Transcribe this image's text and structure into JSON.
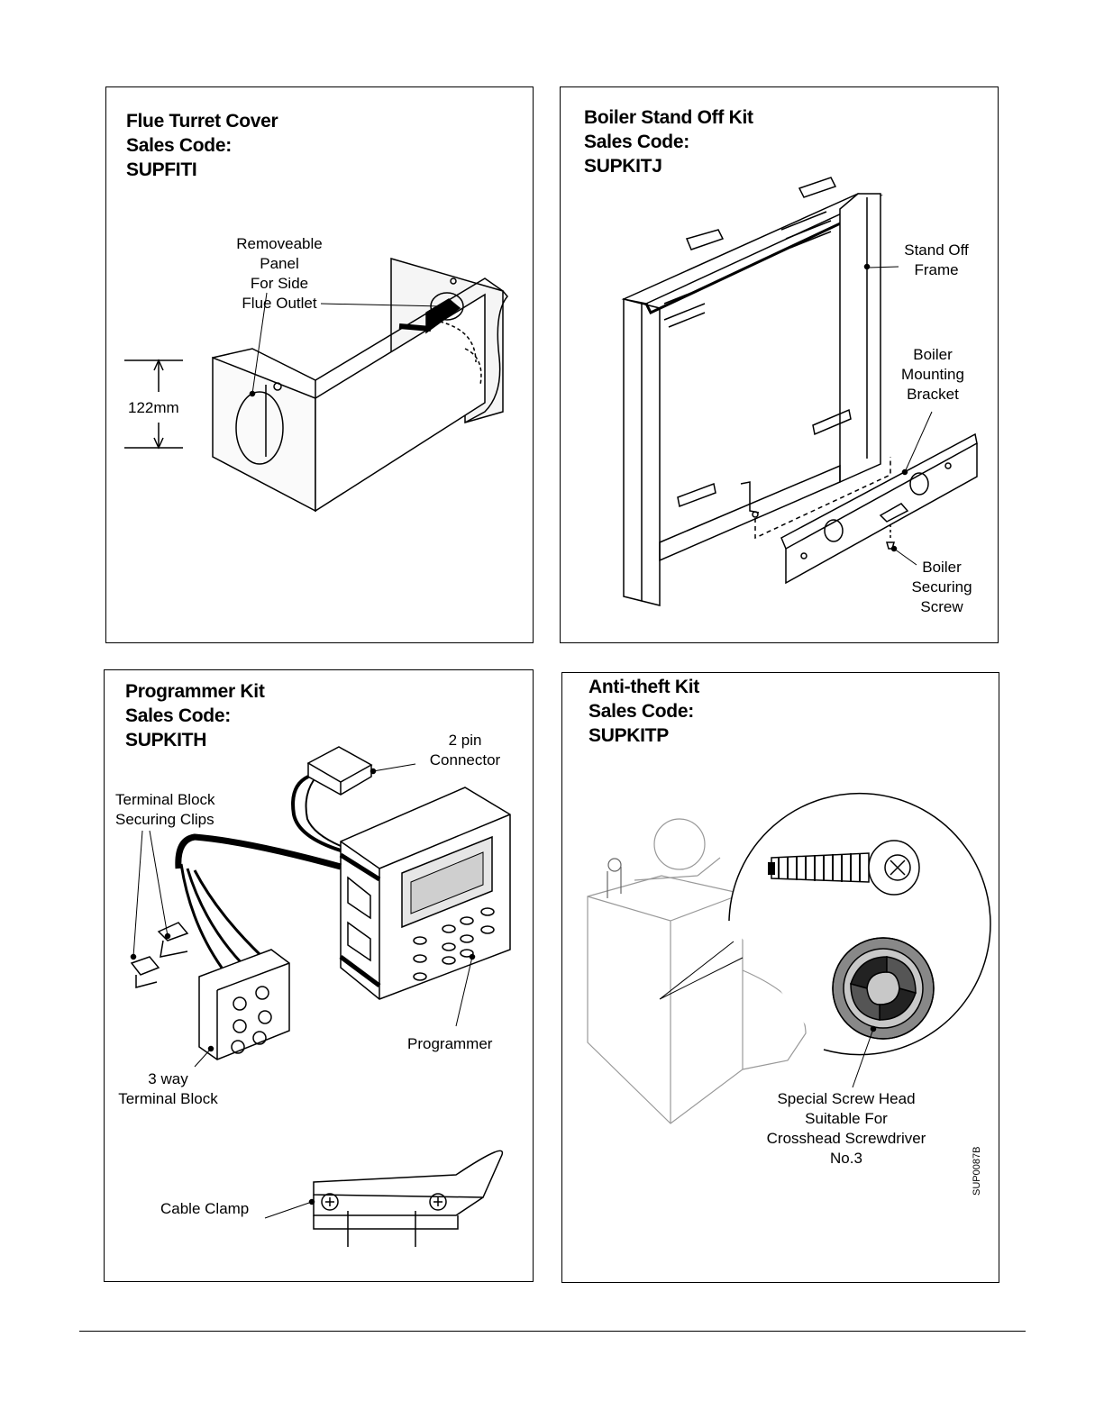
{
  "panels": {
    "flue": {
      "title": [
        "Flue Turret Cover",
        "Sales Code:",
        "SUPFITI"
      ],
      "labels": {
        "panel": [
          "Removeable",
          "Panel",
          "For Side",
          "Flue Outlet"
        ],
        "dimension": "122mm"
      }
    },
    "standoff": {
      "title": [
        "Boiler Stand Off Kit",
        "Sales Code:",
        "SUPKITJ"
      ],
      "labels": {
        "frame": [
          "Stand Off",
          "Frame"
        ],
        "bracket": [
          "Boiler",
          "Mounting",
          "Bracket"
        ],
        "screw": [
          "Boiler",
          "Securing",
          "Screw"
        ]
      }
    },
    "programmer": {
      "title": [
        "Programmer Kit",
        "Sales Code:",
        "SUPKITH"
      ],
      "labels": {
        "connector": [
          "2 pin",
          "Connector"
        ],
        "clips": [
          "Terminal Block",
          "Securing Clips"
        ],
        "programmer": "Programmer",
        "block": [
          "3 way",
          "Terminal Block"
        ],
        "clamp": "Cable Clamp"
      }
    },
    "antitheft": {
      "title": [
        "Anti-theft Kit",
        "Sales Code:",
        "SUPKITP"
      ],
      "labels": {
        "screwhead": [
          "Special Screw Head",
          "Suitable For",
          "Crosshead Screwdriver",
          "No.3"
        ],
        "figure_code": "SUP0087B"
      }
    }
  }
}
